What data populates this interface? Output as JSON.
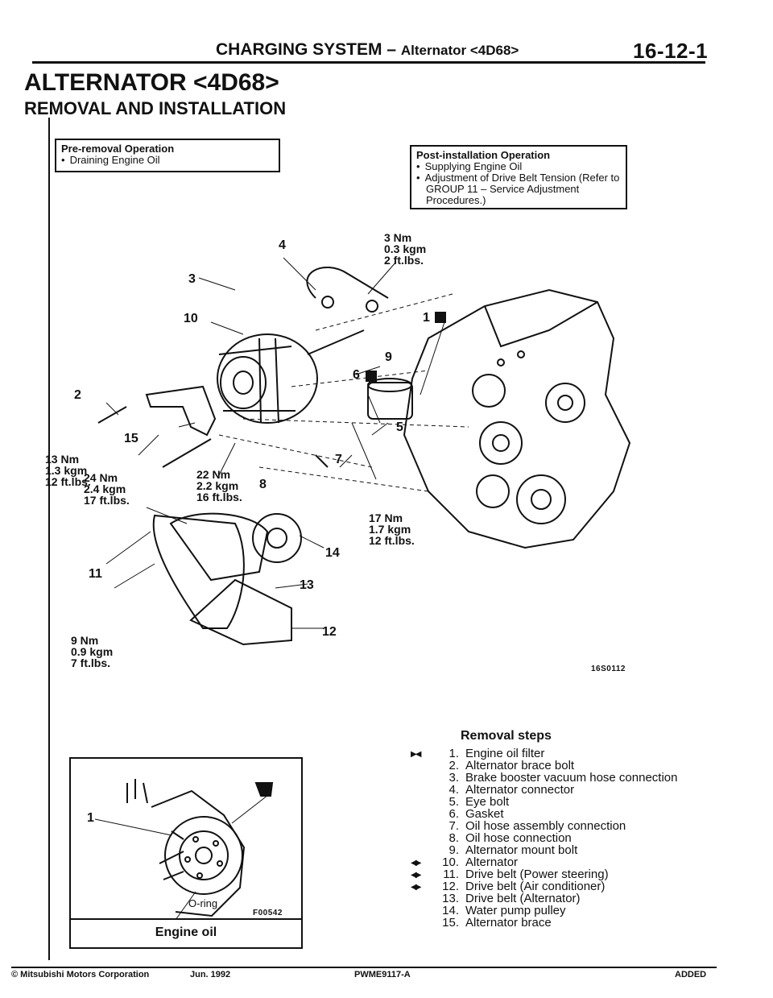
{
  "header": {
    "section": "CHARGING SYSTEM",
    "separator": "–",
    "subsection": "Alternator <4D68>",
    "page_number": "16-12-1"
  },
  "title": "ALTERNATOR <4D68>",
  "subtitle": "REMOVAL AND INSTALLATION",
  "pre_removal": {
    "heading": "Pre-removal Operation",
    "items": [
      "Draining Engine Oil"
    ]
  },
  "post_installation": {
    "heading": "Post-installation Operation",
    "items": [
      "Supplying Engine Oil",
      "Adjustment of Drive Belt Tension (Refer to GROUP 11 – Service Adjustment Procedures.)"
    ]
  },
  "diagram": {
    "callouts": [
      "1",
      "2",
      "3",
      "4",
      "5",
      "6",
      "7",
      "8",
      "9",
      "10",
      "11",
      "12",
      "13",
      "14",
      "15"
    ],
    "badge_n": "N",
    "torques": [
      [
        "3 Nm",
        "0.3 kgm",
        "2 ft.lbs."
      ],
      [
        "13 Nm",
        "1.3 kgm",
        "12 ft.lbs."
      ],
      [
        "24 Nm",
        "2.4 kgm",
        "17 ft.lbs."
      ],
      [
        "22 Nm",
        "2.2 kgm",
        "16 ft.lbs."
      ],
      [
        "17 Nm",
        "1.7 kgm",
        "12 ft.lbs."
      ],
      [
        "9 Nm",
        "0.9 kgm",
        "7 ft.lbs."
      ]
    ],
    "code": "16S0112"
  },
  "inset": {
    "callout": "1",
    "oring_label": "O-ring",
    "code": "F00542",
    "caption": "Engine oil"
  },
  "removal": {
    "title": "Removal steps",
    "steps": [
      {
        "n": "1.",
        "text": "Engine oil filter",
        "mark": "▶◀"
      },
      {
        "n": "2.",
        "text": "Alternator brace bolt",
        "mark": ""
      },
      {
        "n": "3.",
        "text": "Brake booster vacuum hose connection",
        "mark": ""
      },
      {
        "n": "4.",
        "text": "Alternator connector",
        "mark": ""
      },
      {
        "n": "5.",
        "text": "Eye bolt",
        "mark": ""
      },
      {
        "n": "6.",
        "text": "Gasket",
        "mark": ""
      },
      {
        "n": "7.",
        "text": "Oil hose assembly connection",
        "mark": ""
      },
      {
        "n": "8.",
        "text": "Oil hose connection",
        "mark": ""
      },
      {
        "n": "9.",
        "text": "Alternator mount bolt",
        "mark": ""
      },
      {
        "n": "10.",
        "text": "Alternator",
        "mark": "◀▶"
      },
      {
        "n": "11.",
        "text": "Drive belt (Power steering)",
        "mark": "◀▶"
      },
      {
        "n": "12.",
        "text": "Drive belt (Air conditioner)",
        "mark": "◀▶"
      },
      {
        "n": "13.",
        "text": "Drive belt (Alternator)",
        "mark": ""
      },
      {
        "n": "14.",
        "text": "Water pump pulley",
        "mark": ""
      },
      {
        "n": "15.",
        "text": "Alternator brace",
        "mark": ""
      }
    ]
  },
  "footer": {
    "copyright": "© Mitsubishi Motors Corporation",
    "date": "Jun. 1992",
    "doc_code": "PWME9117-A",
    "added": "ADDED"
  }
}
